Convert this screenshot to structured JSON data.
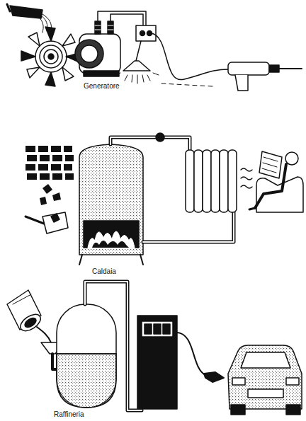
{
  "diagram": {
    "labels": [
      "Generatore",
      "Caldaia",
      "Raffineria"
    ]
  }
}
